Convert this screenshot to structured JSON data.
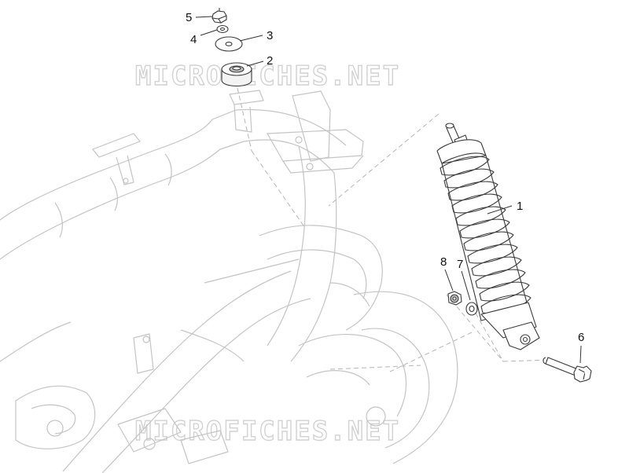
{
  "watermark": "MICROFICHES.NET",
  "callouts": [
    {
      "id": "part-1",
      "number": "1"
    },
    {
      "id": "part-2",
      "number": "2"
    },
    {
      "id": "part-3",
      "number": "3"
    },
    {
      "id": "part-4",
      "number": "4"
    },
    {
      "id": "part-5",
      "number": "5"
    },
    {
      "id": "part-6",
      "number": "6"
    },
    {
      "id": "part-7",
      "number": "7"
    },
    {
      "id": "part-8",
      "number": "8"
    }
  ]
}
